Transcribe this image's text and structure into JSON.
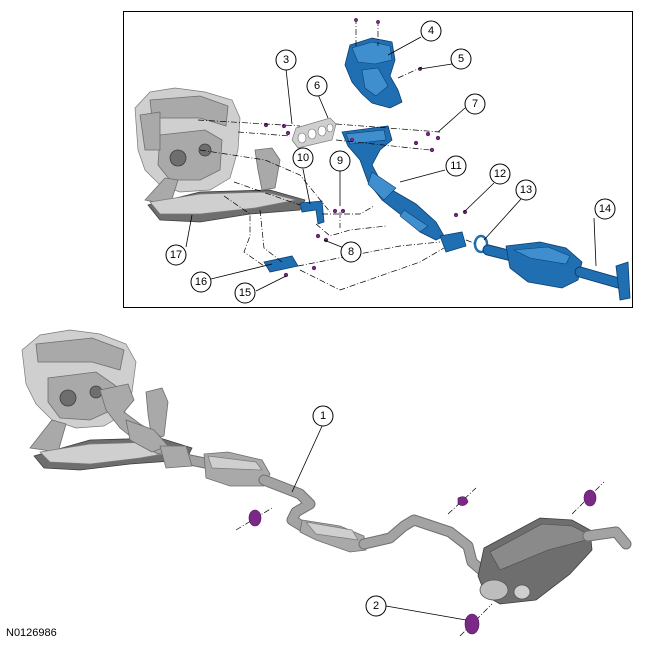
{
  "figure_id": "N0126986",
  "callouts": [
    "1",
    "2",
    "3",
    "4",
    "5",
    "6",
    "7",
    "8",
    "9",
    "10",
    "11",
    "12",
    "13",
    "14",
    "15",
    "16",
    "17"
  ],
  "colors": {
    "component_highlight": "#1f6fb2",
    "isolator": "#7a2a86",
    "background_parts": "#a9a9a9"
  }
}
